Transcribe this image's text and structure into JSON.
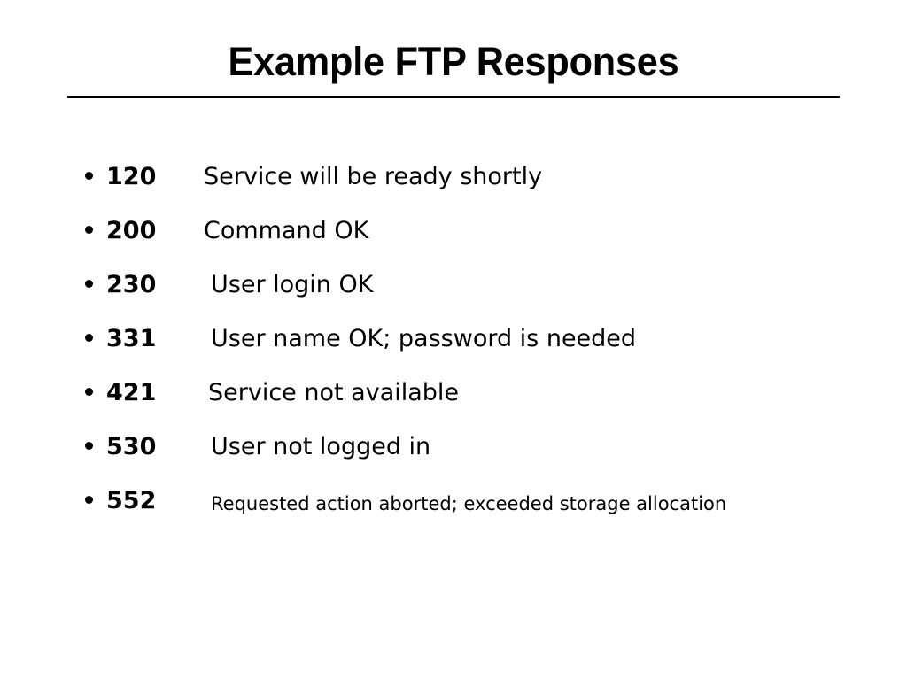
{
  "slide": {
    "title": "Example FTP Responses",
    "background_color": "#ffffff",
    "text_color": "#000000",
    "rule_color": "#000000",
    "bullet_glyph": "bullet-dot"
  },
  "responses": [
    {
      "code": "120",
      "description": "Service will be ready shortly"
    },
    {
      "code": "200",
      "description": "Command OK"
    },
    {
      "code": "230",
      "description": "User login OK"
    },
    {
      "code": "331",
      "description": "User name OK; password is needed"
    },
    {
      "code": "421",
      "description": "Service not available"
    },
    {
      "code": "530",
      "description": "User not logged in"
    },
    {
      "code": "552",
      "description": "Requested action aborted; exceeded storage allocation"
    }
  ]
}
